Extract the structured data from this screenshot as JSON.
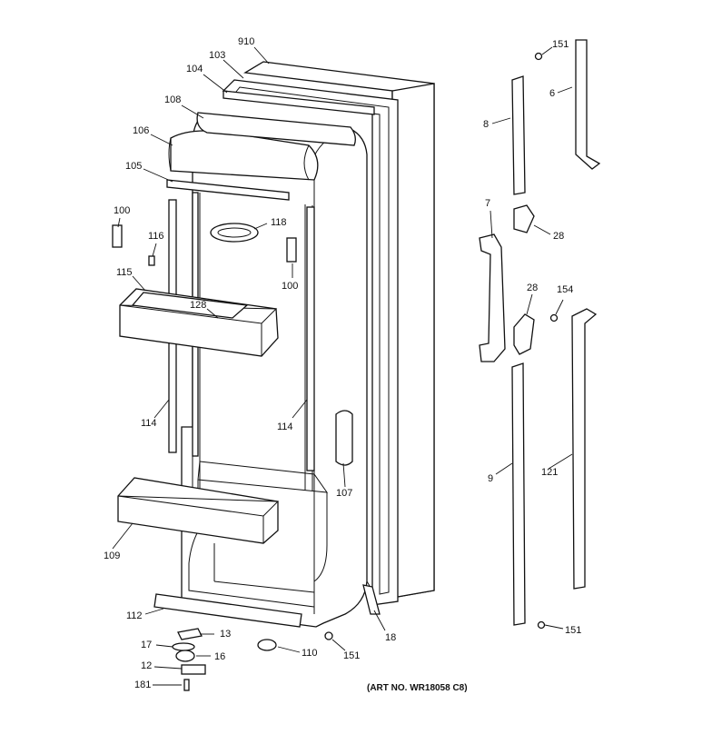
{
  "diagram": {
    "parts": {
      "p910": "910",
      "p103": "103",
      "p104": "104",
      "p108": "108",
      "p106": "106",
      "p105": "105",
      "p100a": "100",
      "p116": "116",
      "p118": "118",
      "p100b": "100",
      "p115": "115",
      "p128": "128",
      "p114a": "114",
      "p114b": "114",
      "p107": "107",
      "p109": "109",
      "p112": "112",
      "p13": "13",
      "p17": "17",
      "p16": "16",
      "p12": "12",
      "p181": "181",
      "p110": "110",
      "p151a": "151",
      "p18": "18",
      "p151b": "151",
      "p6": "6",
      "p8": "8",
      "p7": "7",
      "p28a": "28",
      "p28b": "28",
      "p154": "154",
      "p9": "9",
      "p121": "121",
      "p151c": "151"
    },
    "art_number": "(ART NO. WR18058 C8)"
  }
}
